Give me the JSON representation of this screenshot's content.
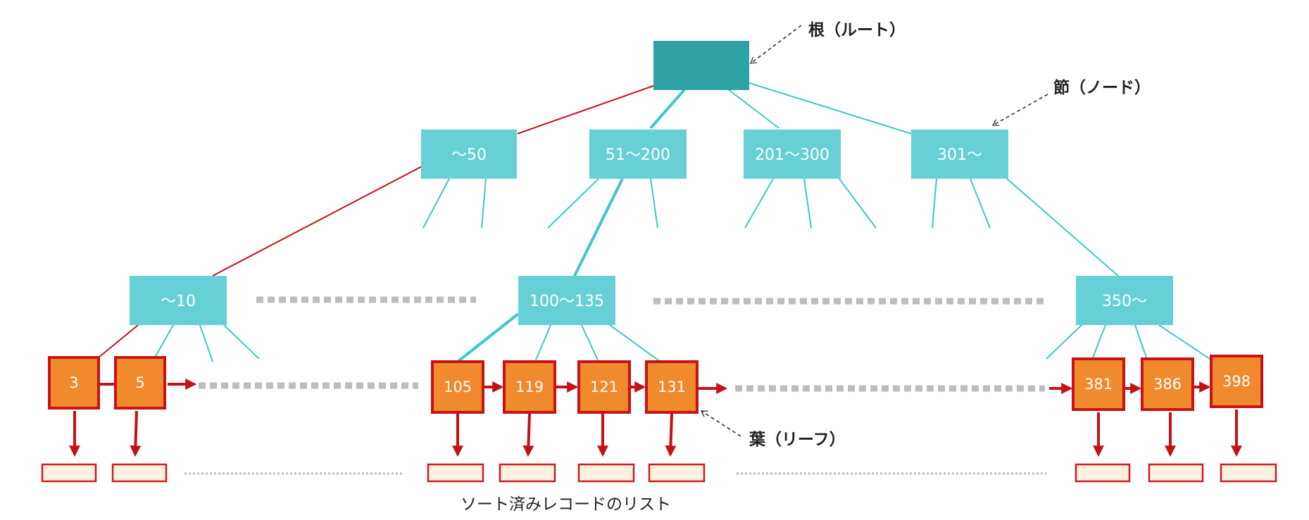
{
  "colors": {
    "root": "#2fa2a5",
    "node": "#67d0d6",
    "node_line": "#3fc6cc",
    "red_path": "#c61016",
    "leaf_fill": "#f08a2c",
    "leaf_border": "#c81218",
    "record_fill": "#fcf1de",
    "record_border": "#cf1a20",
    "ellipsis": "#bdbdbd",
    "annotation": "#333333"
  },
  "labels": {
    "root": "根（ルート）",
    "node": "節（ノード）",
    "leaf": "葉（リーフ）",
    "records": "ソート済みレコードのリスト"
  },
  "level1_nodes": [
    "～50",
    "51～200",
    "201～300",
    "301～"
  ],
  "level2_nodes": [
    "～10",
    "100～135",
    "350～"
  ],
  "leaves": {
    "left": [
      "3",
      "5"
    ],
    "middle": [
      "105",
      "119",
      "121",
      "131"
    ],
    "right": [
      "381",
      "386",
      "398"
    ]
  }
}
